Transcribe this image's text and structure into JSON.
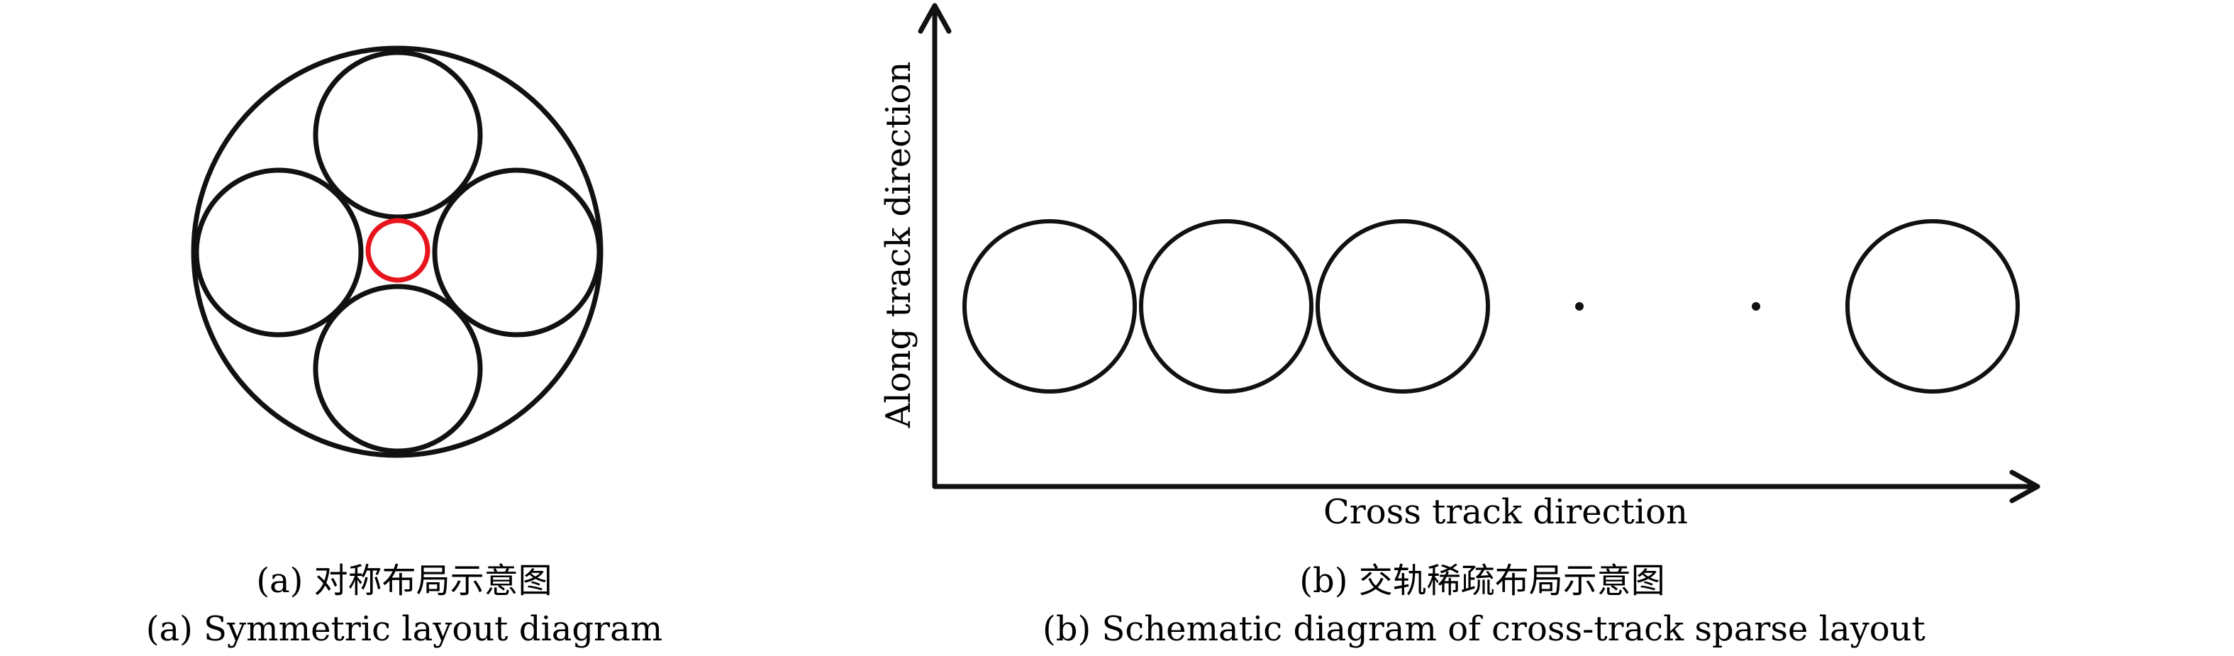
{
  "panel_a": {
    "caption_cn": "(a) 对称布局示意图",
    "caption_en": "(a) Symmetric layout diagram",
    "outer_circle_count": 1,
    "sub_aperture_count": 4,
    "center_circle_count": 1,
    "colors": {
      "stroke": "#111111",
      "center": "#e8141c"
    }
  },
  "panel_b": {
    "x_axis_label": "Cross track direction",
    "y_axis_label": "Along track direction",
    "caption_cn": "(b) 交轨稀疏布局示意图",
    "caption_en": "(b) Schematic diagram of cross-track sparse layout",
    "visible_circle_count": 4,
    "ellipsis_dot_count": 2,
    "colors": {
      "stroke": "#111111"
    }
  }
}
